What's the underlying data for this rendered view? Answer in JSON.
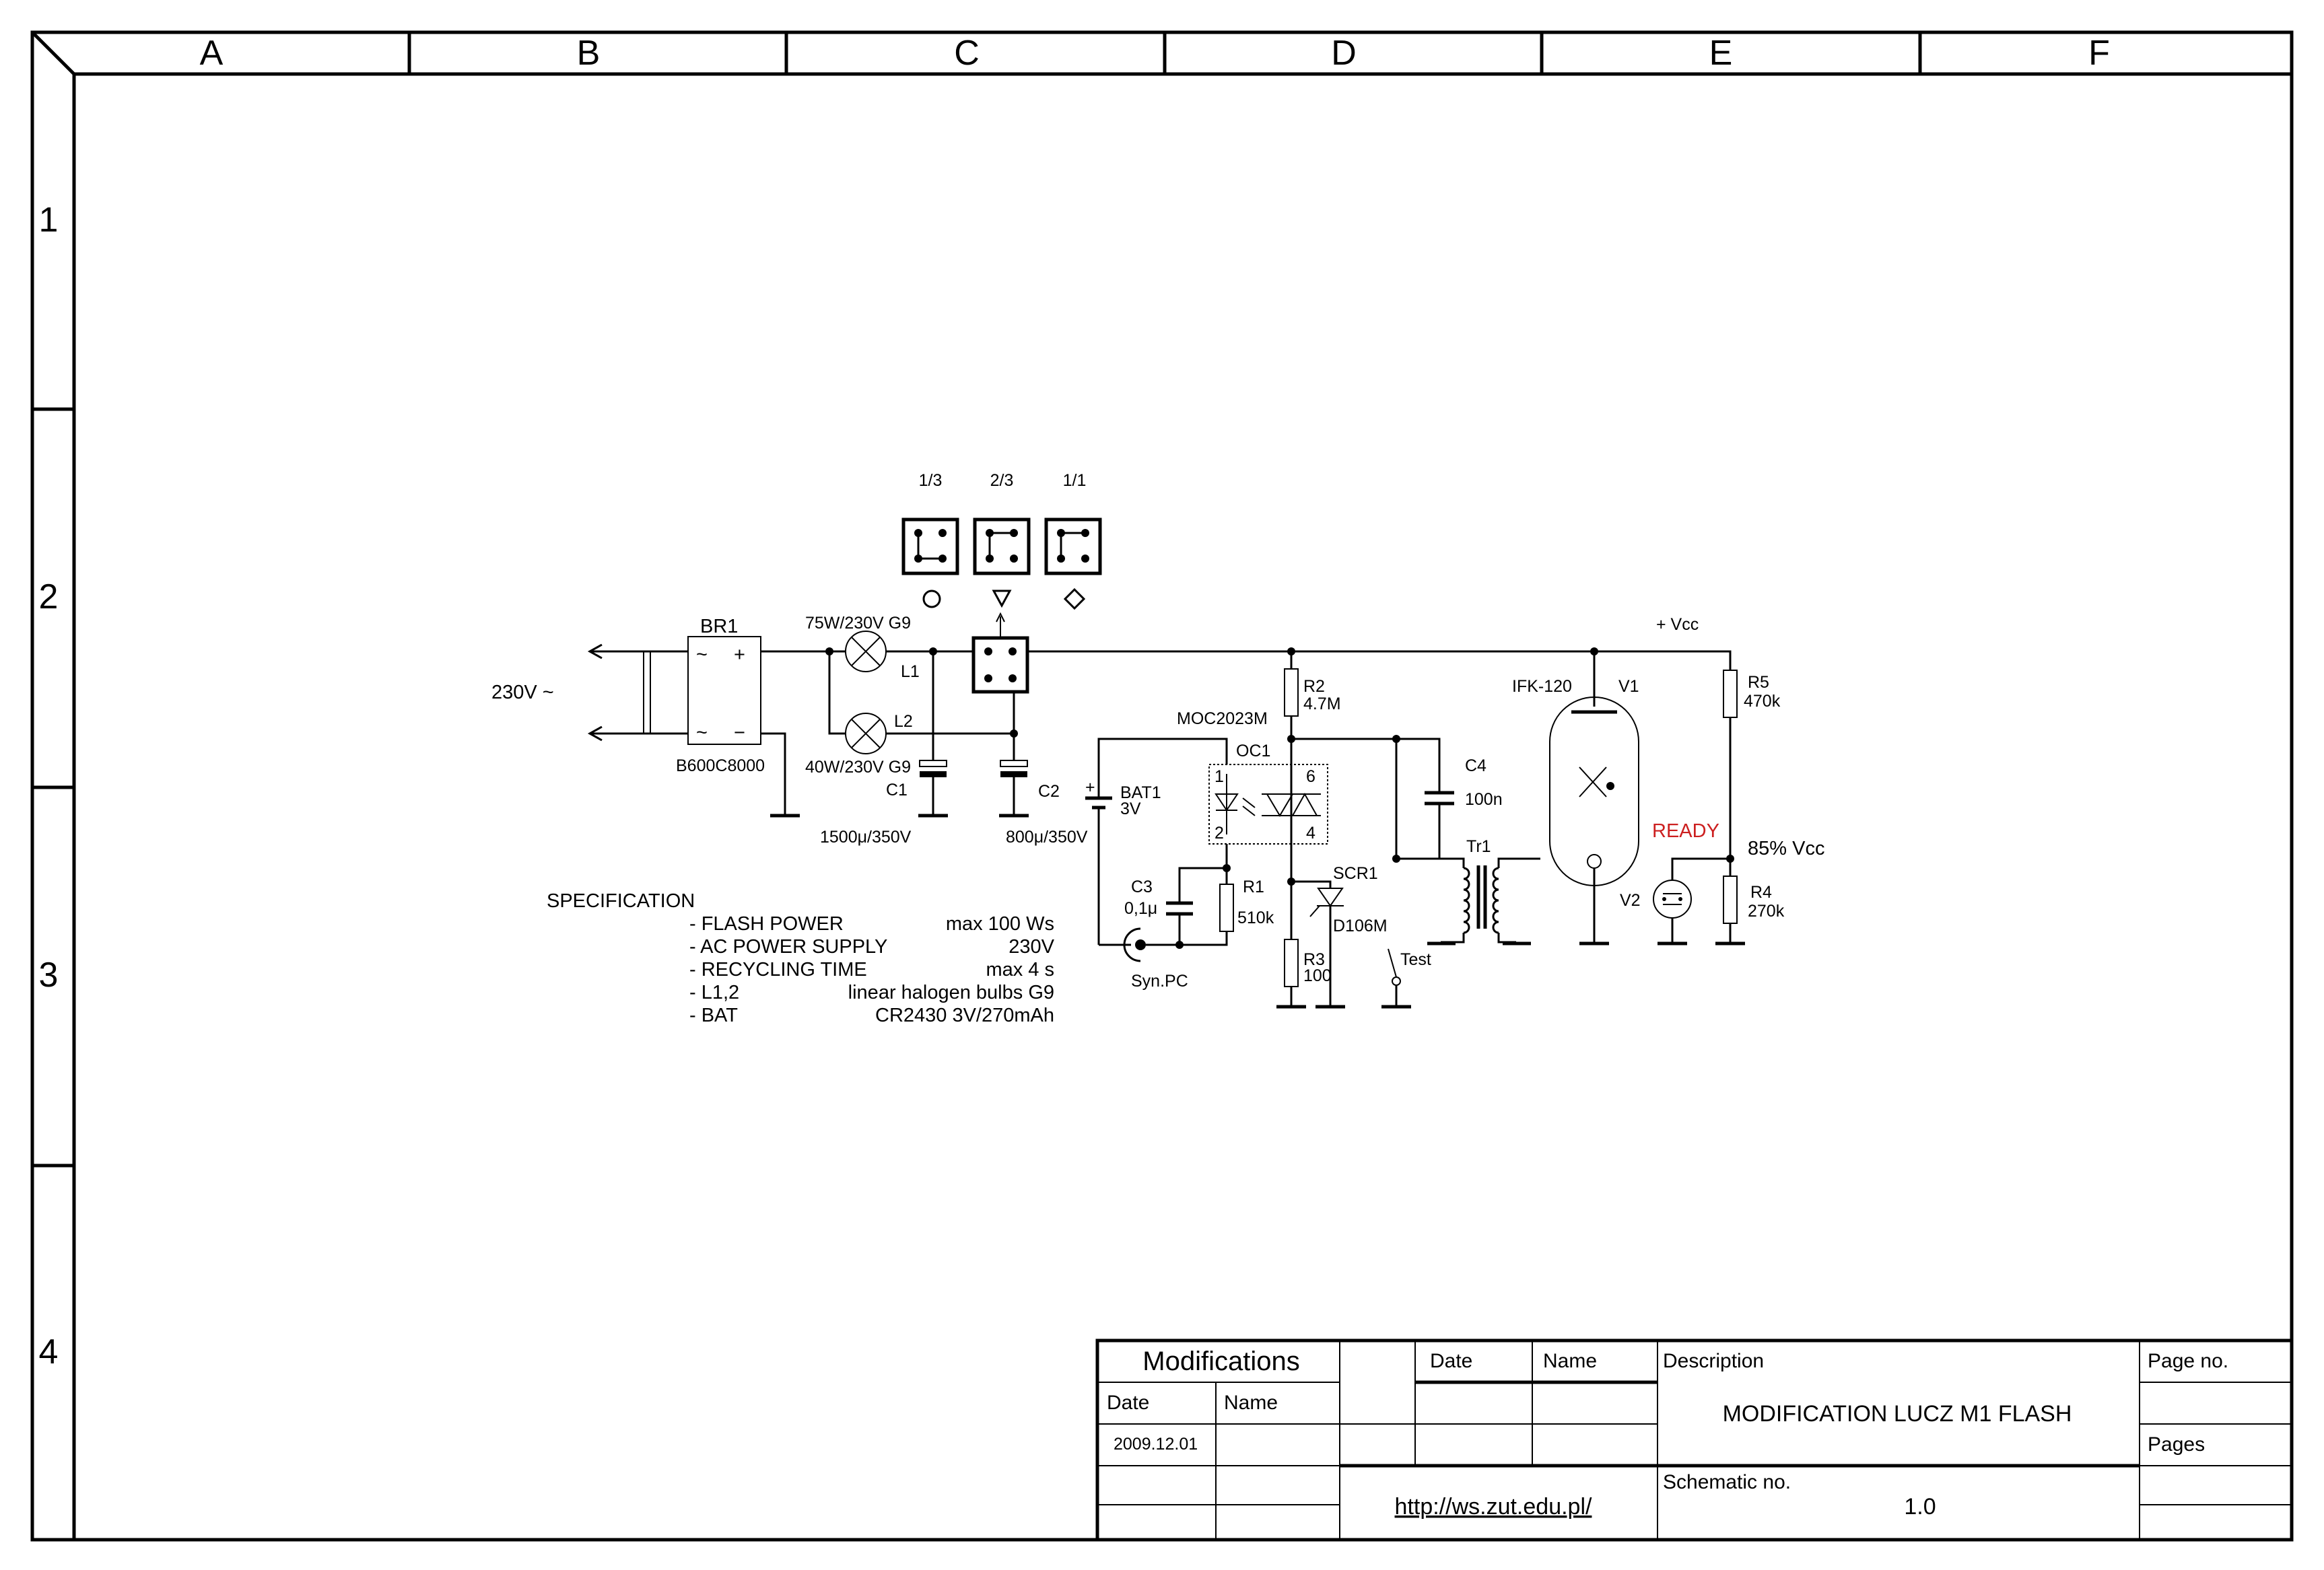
{
  "frame": {
    "columns": [
      "A",
      "B",
      "C",
      "D",
      "E",
      "F"
    ],
    "rows": [
      "1",
      "2",
      "3",
      "4"
    ]
  },
  "components": {
    "mains": "230V ~",
    "br1": {
      "ref": "BR1",
      "part": "B600C8000",
      "ac": "~",
      "plus": "+",
      "minus": "−"
    },
    "l1": {
      "ref": "L1",
      "value": "75W/230V G9"
    },
    "l2": {
      "ref": "L2",
      "value": "40W/230V G9"
    },
    "c1": {
      "ref": "C1",
      "value": "1500μ/350V"
    },
    "c2": {
      "ref": "C2",
      "value": "800μ/350V"
    },
    "switch_positions": [
      "1/3",
      "2/3",
      "1/1"
    ],
    "vcc": "+ Vcc",
    "r2": {
      "ref": "R2",
      "value": "4.7M"
    },
    "oc1": {
      "ref": "OC1",
      "part": "MOC2023M",
      "pins": [
        "1",
        "6",
        "2",
        "4"
      ]
    },
    "bat1": {
      "ref": "BAT1",
      "value": "3V",
      "plus": "+"
    },
    "c3": {
      "ref": "C3",
      "value": "0,1μ"
    },
    "r1": {
      "ref": "R1",
      "value": "510k"
    },
    "syn": "Syn.PC",
    "r3": {
      "ref": "R3",
      "value": "100"
    },
    "scr1": {
      "ref": "SCR1",
      "part": "D106M"
    },
    "test": "Test",
    "c4": {
      "ref": "C4",
      "value": "100n"
    },
    "tr1": "Tr1",
    "v1": {
      "ref": "V1",
      "part": "IFK-120"
    },
    "ready": "READY",
    "v2": "V2",
    "r5": {
      "ref": "R5",
      "value": "470k"
    },
    "r4": {
      "ref": "R4",
      "value": "270k"
    },
    "vcc85": "85% Vcc"
  },
  "colors": {
    "ready": "#cc1f1f"
  },
  "specification": {
    "title": "SPECIFICATION",
    "items": [
      {
        "label": "- FLASH POWER",
        "value": "max 100 Ws"
      },
      {
        "label": "- AC POWER SUPPLY",
        "value": "230V"
      },
      {
        "label": "- RECYCLING TIME",
        "value": "max 4 s"
      },
      {
        "label": "- L1,2",
        "value": "linear halogen bulbs G9"
      },
      {
        "label": "- BAT",
        "value": "CR2430 3V/270mAh"
      }
    ]
  },
  "title_block": {
    "modifications": "Modifications",
    "date_hdr": "Date",
    "name_hdr": "Name",
    "date_hdr2": "Date",
    "name_hdr2": "Name",
    "date_value": "2009.12.01",
    "description_hdr": "Description",
    "description": "MODIFICATION  LUCZ M1 FLASH",
    "page_no": "Page no.",
    "pages": "Pages",
    "schematic_no_hdr": "Schematic no.",
    "schematic_no": "1.0",
    "url": "http://ws.zut.edu.pl/"
  }
}
